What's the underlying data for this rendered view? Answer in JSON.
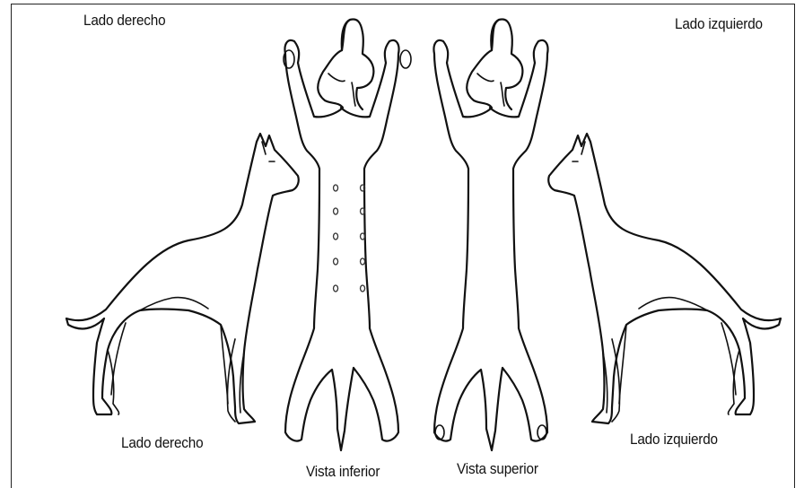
{
  "labels": {
    "top_left": "Lado derecho",
    "top_right": "Lado izquierdo",
    "bottom_left": "Lado derecho",
    "bottom_inferior": "Vista inferior",
    "bottom_superior": "Vista superior",
    "bottom_right": "Lado izquierdo"
  },
  "figures": [
    {
      "name": "dog-side-right",
      "view": "side",
      "facing": "right"
    },
    {
      "name": "dog-ventral",
      "view": "inferior"
    },
    {
      "name": "dog-dorsal",
      "view": "superior"
    },
    {
      "name": "dog-side-left",
      "view": "side",
      "facing": "left"
    }
  ],
  "colors": {
    "line": "#111111",
    "background": "#ffffff",
    "frame": "#222222"
  }
}
